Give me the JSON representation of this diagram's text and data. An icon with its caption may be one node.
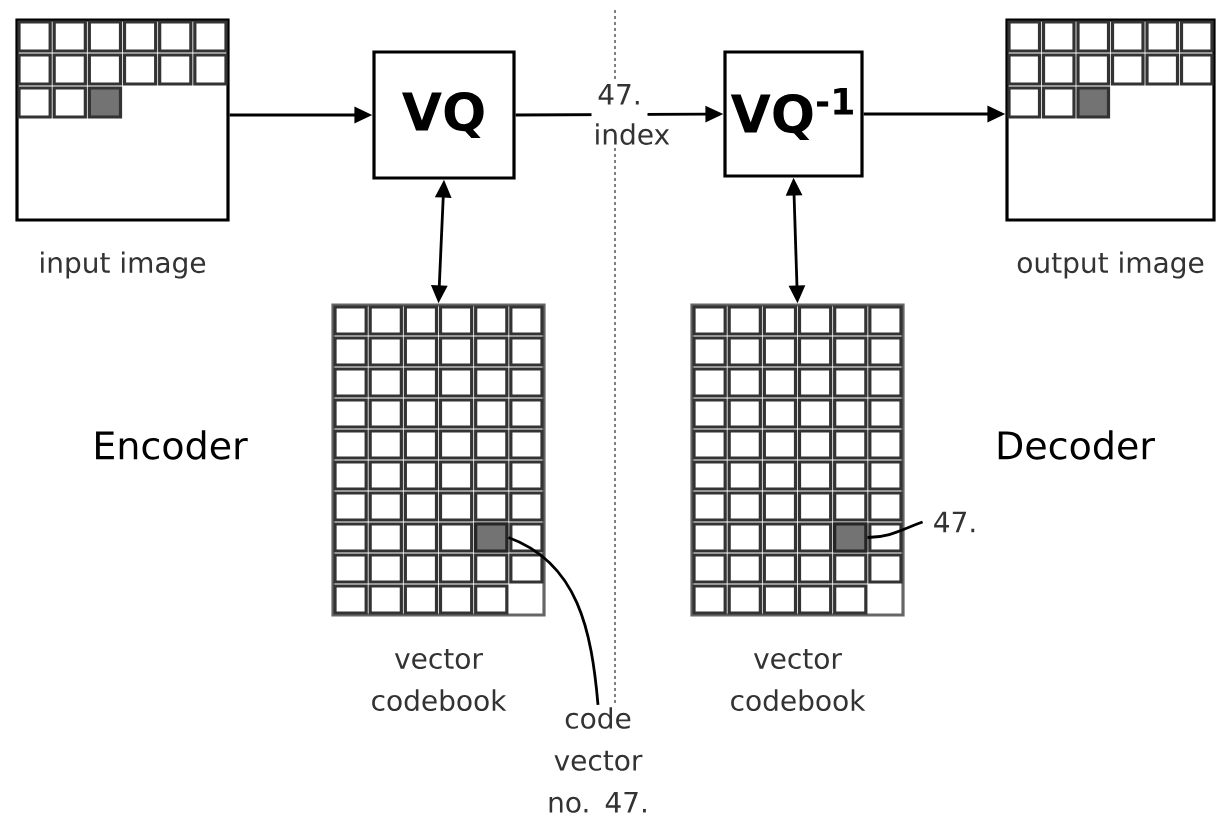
{
  "diagram": {
    "nodes": [
      {
        "text": [
          "input image"
        ]
      },
      {
        "text": [
          "VQ"
        ]
      },
      {
        "text": [
          "VQ$^{-1}$"
        ]
      },
      {
        "text": [
          "output image"
        ]
      },
      {
        "text": [
          "vector codebook"
        ]
      },
      {
        "text": [
          "vector codebook"
        ]
      },
      {
        "text": [],
        "shape": "box",
        "in": 4
      },
      {
        "text": [
          "code vector no. 47."
        ]
      },
      {
        "text": [],
        "shape": "box",
        "in": 5
      },
      {
        "text": [
          "47."
        ]
      }
    ],
    "edges": [
      {
        "from": 0,
        "to": 1,
        "arrow": "to"
      },
      {
        "from": 1,
        "to": 2,
        "arrow": "to",
        "label": "47. index"
      },
      {
        "from": 2,
        "to": 3,
        "arrow": "to"
      },
      {
        "from": 4,
        "to": 1,
        "arrow": "both"
      },
      {
        "from": 5,
        "to": 2,
        "arrow": "both"
      },
      {
        "from": 7,
        "to": 6,
        "arrow": "none"
      },
      {
        "from": 9,
        "to": 8,
        "arrow": "none"
      }
    ],
    "labels": [
      "Encoder",
      "Decoder"
    ]
  }
}
